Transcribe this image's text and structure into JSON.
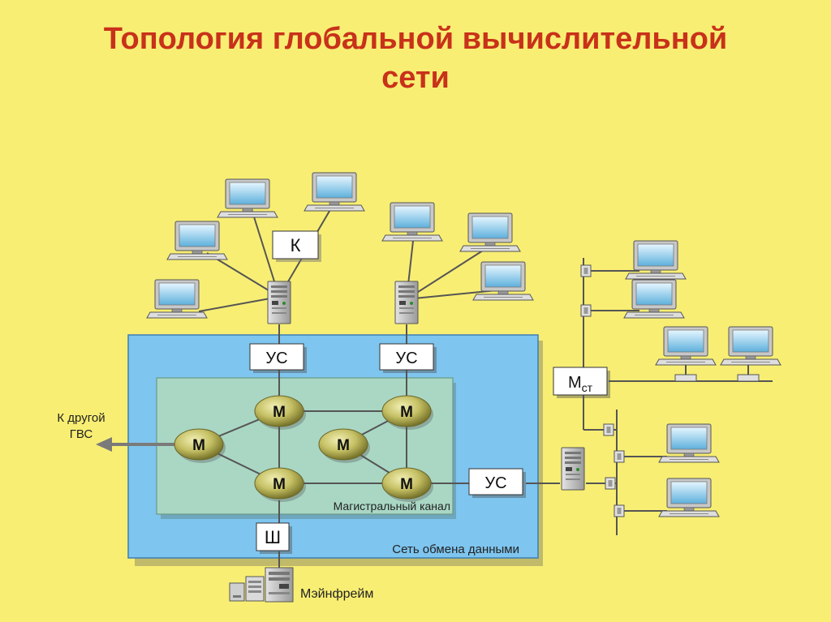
{
  "title": {
    "line1": "Топология глобальной вычислительной",
    "line2": "сети"
  },
  "labels": {
    "switch_node": "К",
    "comm_node": "УС",
    "gateway": "Ш",
    "station_multiplexer_main": "М",
    "station_multiplexer_sub": "ст",
    "modem": "М",
    "other_wan_line1": "К другой",
    "other_wan_line2": "ГВС",
    "backbone": "Магистральный канал",
    "data_network": "Сеть обмена данными",
    "mainframe": "Мэйнфрейм"
  },
  "colors": {
    "background": "#f8ee73",
    "title": "#c8311a",
    "data_network_fill": "#7ec5ef",
    "backbone_fill": "#a9d7c4",
    "modem_fill": "#c5c064"
  },
  "icons": {
    "workstation": "computer-monitor-icon",
    "server": "server-tower-icon",
    "mainframe": "mainframe-icon",
    "arrow": "arrow-left-icon"
  }
}
